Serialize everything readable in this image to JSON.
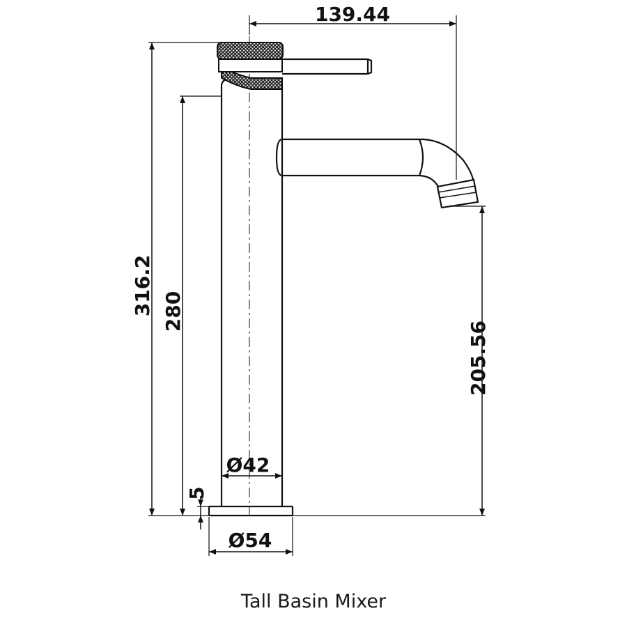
{
  "caption": "Tall Basin Mixer",
  "dimensions": {
    "overall_width": "139.44",
    "overall_height": "316.2",
    "body_height": "280",
    "spout_height": "205.56",
    "base_thickness": "5",
    "body_diameter": "Ø42",
    "base_diameter": "Ø54"
  }
}
